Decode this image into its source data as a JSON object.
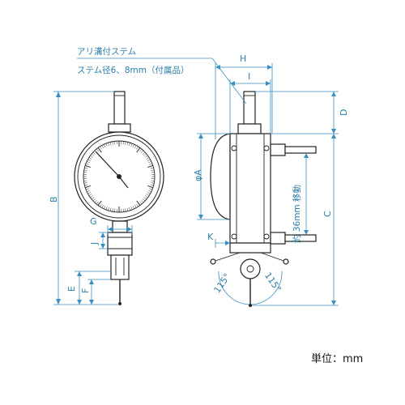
{
  "notes": {
    "dovetail_stem": "アリ溝付ステム",
    "stem_diameter": "ステム径6、8mm（付属品）"
  },
  "dimensions": {
    "H": "H",
    "I": "I",
    "D": "D",
    "B": "B",
    "A": "φA",
    "C": "C",
    "G": "G",
    "J": "J",
    "E": "E",
    "F": "F",
    "K": "K",
    "stroke": "約 36mm 移動"
  },
  "angles": {
    "left": "115°",
    "right": "115°"
  },
  "unit_label": "単位：mm",
  "colors": {
    "dimension": "#2c7fa6",
    "outline": "#222222"
  }
}
